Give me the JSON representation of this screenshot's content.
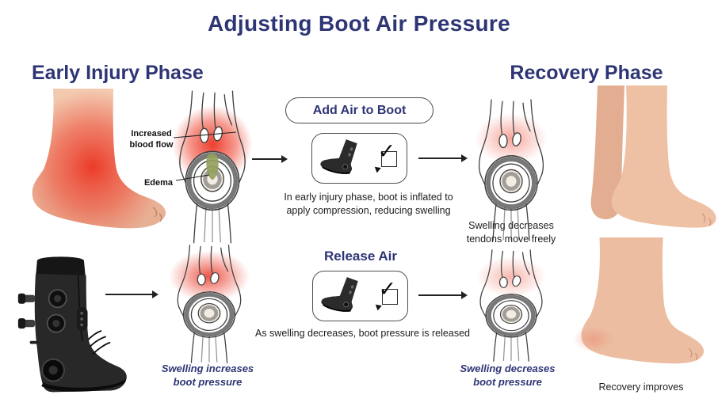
{
  "title": "Adjusting Boot Air Pressure",
  "phases": {
    "early": "Early Injury Phase",
    "recovery": "Recovery Phase"
  },
  "row1": {
    "label_blood_flow": "Increased\nblood flow",
    "label_edema": "Edema",
    "button": "Add Air to Boot",
    "description": "In early injury phase, boot is inflated to\napply compression, reducing swelling",
    "result": "Swelling decreases\ntendons move freely"
  },
  "row2": {
    "heading": "Release Air",
    "description": "As swelling decreases, boot pressure is released",
    "caption_left": "Swelling increases\nboot pressure",
    "caption_right": "Swelling decreases\nboot pressure",
    "photo_caption": "Recovery improves"
  },
  "icons": {
    "checkmark": "✓",
    "arrow_right": "css-line-arrow",
    "walker_boot": "svg-shape",
    "ankle_anatomy": "svg-shape"
  },
  "colors": {
    "heading_navy": "#2e3575",
    "body_text": "#1c1c1e",
    "swelling_red": "#e94832",
    "edema_green": "#94a15c",
    "skin": "#ecbda2",
    "boot_black": "#262626",
    "outline_gray": "#4f4f4f",
    "background": "#ffffff"
  }
}
